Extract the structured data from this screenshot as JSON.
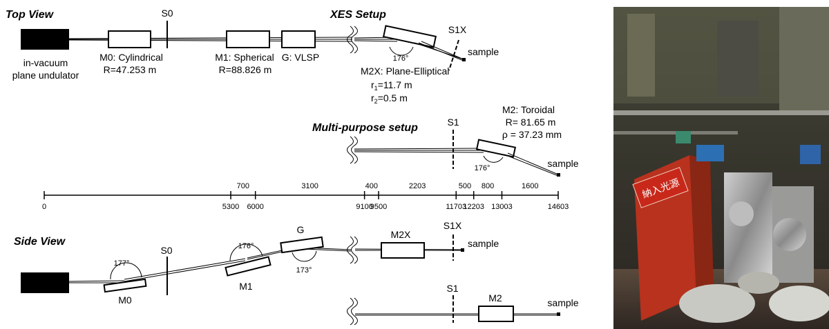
{
  "top_view": {
    "title": "Top View",
    "source_line1": "in-vacuum",
    "source_line2": "plane undulator",
    "s0": "S0",
    "m0_line1": "M0: Cylindrical",
    "m0_line2": "R=47.253 m",
    "m1_line1": "M1: Spherical",
    "m1_line2": "R=88.826 m",
    "g_label": "G: VLSP",
    "xes_title": "XES Setup",
    "angle": "176°",
    "s1x": "S1X",
    "sample": "sample",
    "m2x_line1": "M2X: Plane-Elliptical",
    "r1_main": "r",
    "r1_sub": "1",
    "r1_value": "=11.7 m",
    "r2_main": "r",
    "r2_sub": "2",
    "r2_value": "=0.5 m"
  },
  "multi_purpose": {
    "title": "Multi-purpose setup",
    "s1": "S1",
    "m2_line1": "M2: Toroidal",
    "m2_line2": "R= 81.65 m",
    "m2_line3": "ρ = 37.23 mm",
    "angle": "176°",
    "sample": "sample"
  },
  "scale": {
    "positions": [
      "0",
      "5300",
      "6000",
      "9100",
      "9500",
      "11703",
      "12203",
      "13003",
      "14603"
    ],
    "distances": [
      "700",
      "3100",
      "400",
      "2203",
      "500",
      "800",
      "1600"
    ]
  },
  "side_view": {
    "title": "Side View",
    "s0": "S0",
    "angle_m0": "177°",
    "m0": "M0",
    "angle_m1": "176°",
    "m1": "M1",
    "g": "G",
    "angle_g": "173°",
    "m2x": "M2X",
    "s1x": "S1X",
    "sample1": "sample",
    "s1": "S1",
    "m2": "M2",
    "sample2": "sample"
  },
  "photo": {
    "sign_text": "納入光源"
  }
}
